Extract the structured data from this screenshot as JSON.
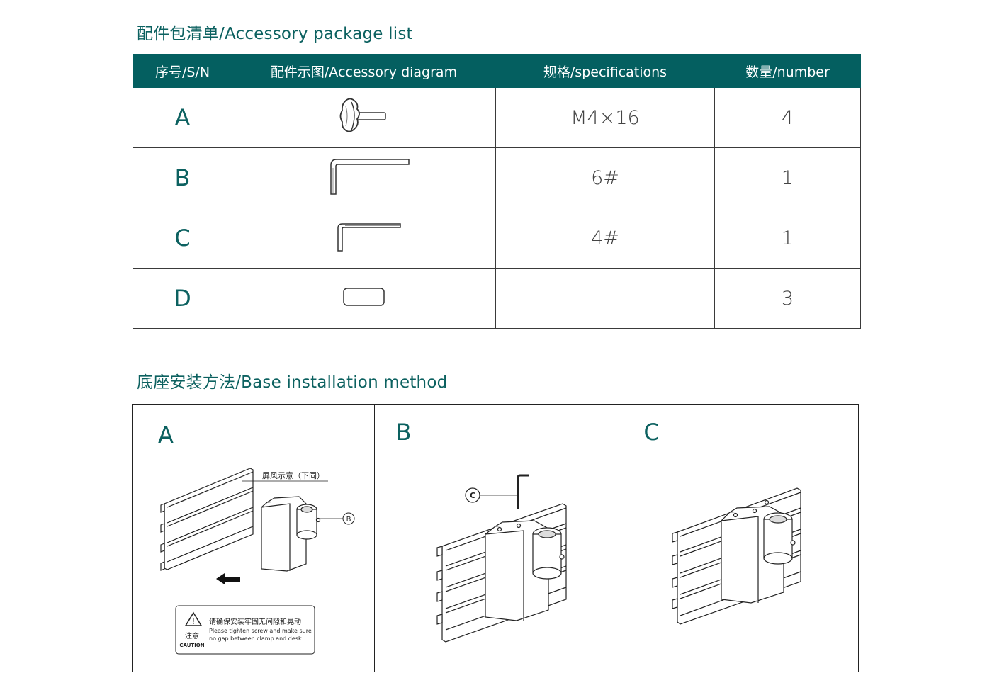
{
  "accessory_section": {
    "title": "配件包清单/Accessory package list"
  },
  "table": {
    "headers": [
      "序号/S/N",
      "配件示图/Accessory diagram",
      "规格/specifications",
      "数量/number"
    ],
    "rows": [
      {
        "sn": "A",
        "icon": "thumb-screw-icon",
        "spec": "M4×16",
        "qty": "4"
      },
      {
        "sn": "B",
        "icon": "large-hex-key-icon",
        "spec": "6#",
        "qty": "1"
      },
      {
        "sn": "C",
        "icon": "small-hex-key-icon",
        "spec": "4#",
        "qty": "1"
      },
      {
        "sn": "D",
        "icon": "rubber-pad-icon",
        "spec": "",
        "qty": "3"
      }
    ]
  },
  "installation_section": {
    "title": "底座安装方法/Base installation method"
  },
  "panels": [
    {
      "label": "A",
      "callout_text": "屏风示意（下同）",
      "callout_marker": "B",
      "caution": {
        "title_cn": "注意",
        "title_en": "CAUTION",
        "line_cn": "请确保安装牢固无间隙和晃动",
        "line_en_1": "Please tighten screw and make sure",
        "line_en_2": "no gap between clamp and desk."
      }
    },
    {
      "label": "B",
      "callout_marker": "C"
    },
    {
      "label": "C"
    }
  ],
  "colors": {
    "accent": "#0c6160",
    "header_bg": "#045f60",
    "line": "#222222"
  }
}
